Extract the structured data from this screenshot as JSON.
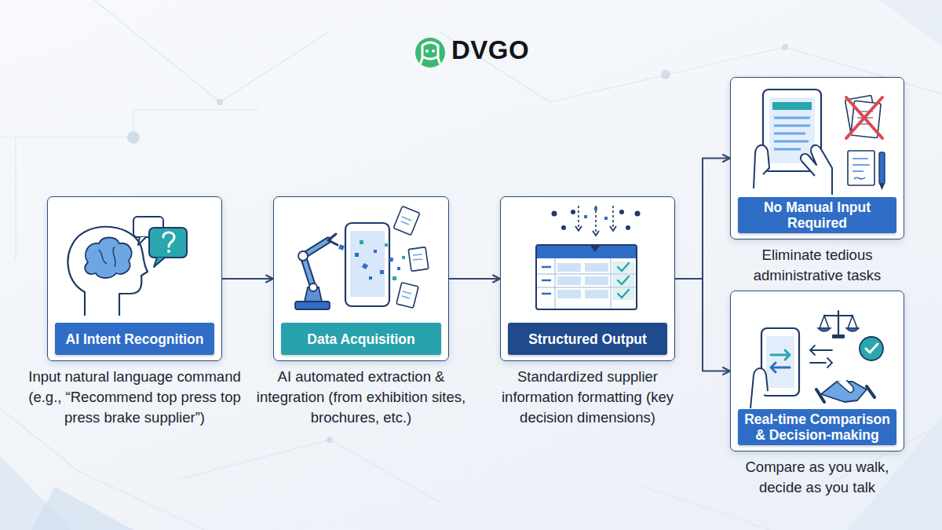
{
  "diagram": {
    "nodes": [
      {
        "text": [
          "AI Intent Recognition",
          "Input natural language command (e.g., “Recommend top press top press brake supplier”)"
        ]
      },
      {
        "text": [
          "Data Acquisition",
          "AI automated extraction & integration (from exhibition sites, brochures, etc.)"
        ]
      },
      {
        "text": [
          "Structured Output",
          "Standardized supplier information formatting (key decision dimensions)"
        ]
      },
      {
        "text": [
          "No Manual Input Required",
          "Eliminate tedious administrative tasks"
        ]
      },
      {
        "text": [
          "Real-time Comparison & Decision-making",
          "Compare as you walk, decide as you talk"
        ]
      }
    ],
    "edges": [
      {
        "from": 0,
        "to": 1,
        "arrow": "to"
      },
      {
        "from": 1,
        "to": 2,
        "arrow": "to"
      },
      {
        "from": 2,
        "to": 3,
        "arrow": "to"
      },
      {
        "from": 2,
        "to": 4,
        "arrow": "to"
      }
    ],
    "labels": [
      "DVGO"
    ]
  }
}
